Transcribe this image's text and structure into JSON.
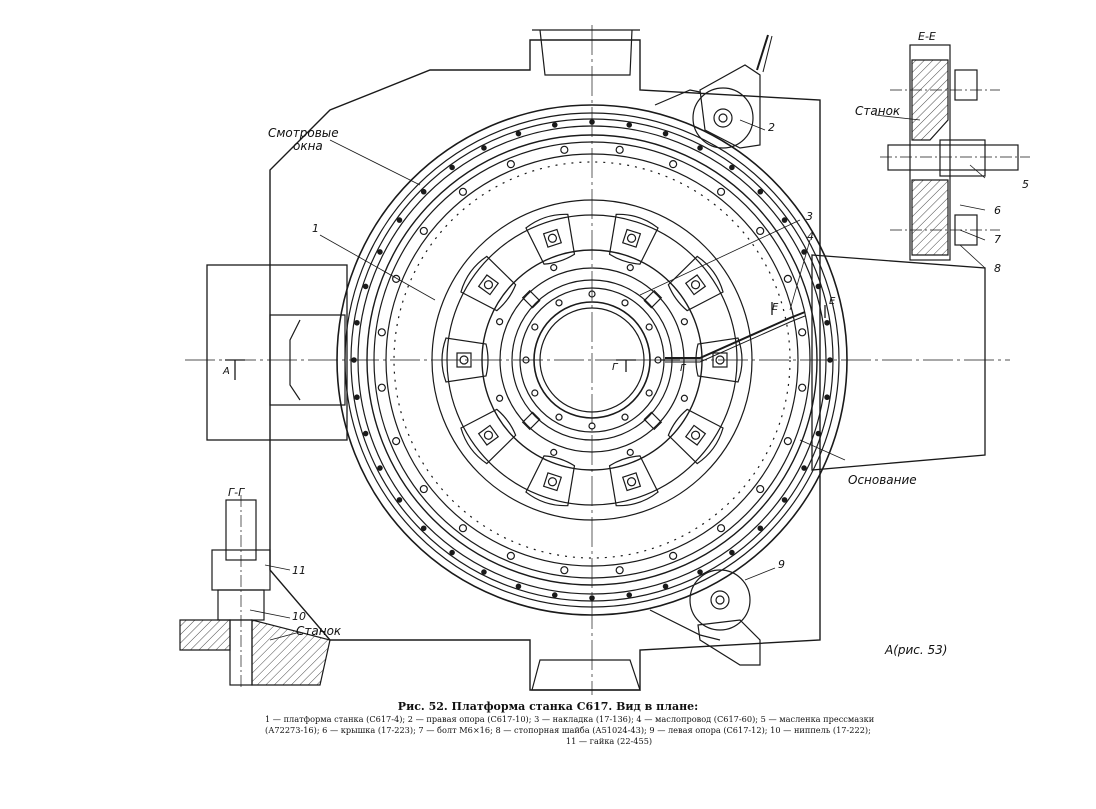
{
  "labels": {
    "viewing_windows_1": "Смотровые",
    "viewing_windows_2": "окна",
    "machine_top": "Станок",
    "machine_bottom": "Станок",
    "base": "Основание",
    "ref_view": "А(рис. 53)",
    "section_ee": "Е-Е",
    "section_gg": "Г-Г",
    "mark_a": "А",
    "mark_g": "Г",
    "mark_g2": "Г",
    "mark_e_top": "Е",
    "mark_e_right": "Е"
  },
  "callouts": [
    "1",
    "2",
    "3",
    "4",
    "5",
    "6",
    "7",
    "8",
    "9",
    "10",
    "11"
  ],
  "caption": {
    "title": "Рис. 52. Платформа станка С617. Вид в плане:",
    "line1": "1 — платформа станка (С617-4); 2 — правая опора (С617-10); 3 — накладка (17-136); 4 — маслопровод (С617-60); 5 — масленка прессмазки",
    "line2": "(А72273-16); 6 — крышка (17-223); 7 — болт М6×16; 8 — стопорная шайба (А51024-43); 9 — левая опора (С617-12); 10 — ниппель (17-222);",
    "line3": "11 — гайка (22-455)"
  }
}
